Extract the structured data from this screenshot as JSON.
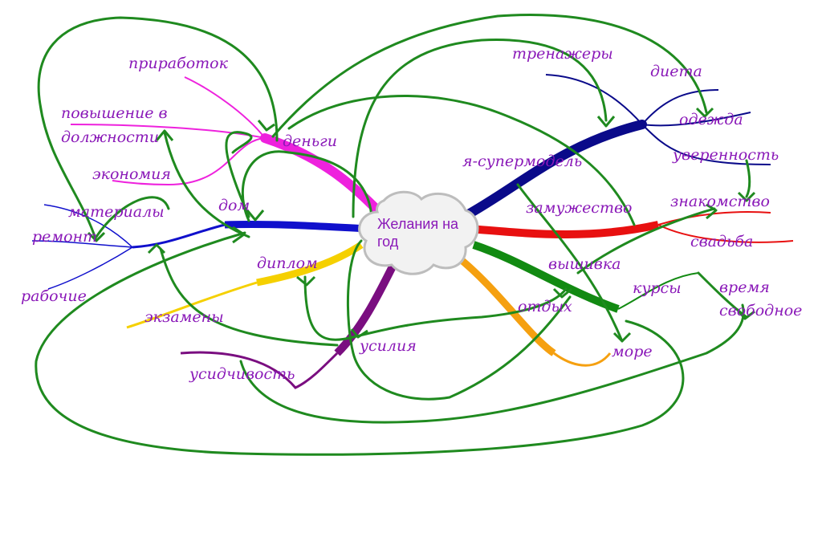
{
  "center": {
    "line1": "Желания на",
    "line2": "год"
  },
  "labels": {
    "prirabotok": "приработок",
    "povyshenie1": "повышение в",
    "povyshenie2": "должности",
    "dengi": "деньги",
    "ekonomia": "экономия",
    "materialy": "материалы",
    "dom": "дом",
    "remont": "ремонт",
    "rabochie": "рабочие",
    "diplom": "диплом",
    "ekzameny": "экзамены",
    "usilia": "усилия",
    "usidchivost": "усидчивость",
    "trenazhery": "тренажеры",
    "dieta": "диета",
    "odezhda": "одежда",
    "supermodel": "я-супермодель",
    "uverennost": "уверенность",
    "zamuzhestvo": "замужество",
    "znakomstvo": "знакомство",
    "svadba": "свадьба",
    "vyshivka": "вышивка",
    "kursy": "курсы",
    "vremya1": "время",
    "vremya2": "свободное",
    "otdykh": "отдых",
    "more": "море"
  },
  "colors": {
    "money_branch": "#ee22dd",
    "house_branch": "#1010cc",
    "diploma_branch": "#f5d000",
    "effort_branch": "#7a0e80",
    "model_branch": "#0a0a8a",
    "marriage_branch": "#e81010",
    "hobby_branch": "#128a12",
    "rest_branch": "#f5a010",
    "links": "#1f8a1f",
    "text": "#8a19b8"
  }
}
